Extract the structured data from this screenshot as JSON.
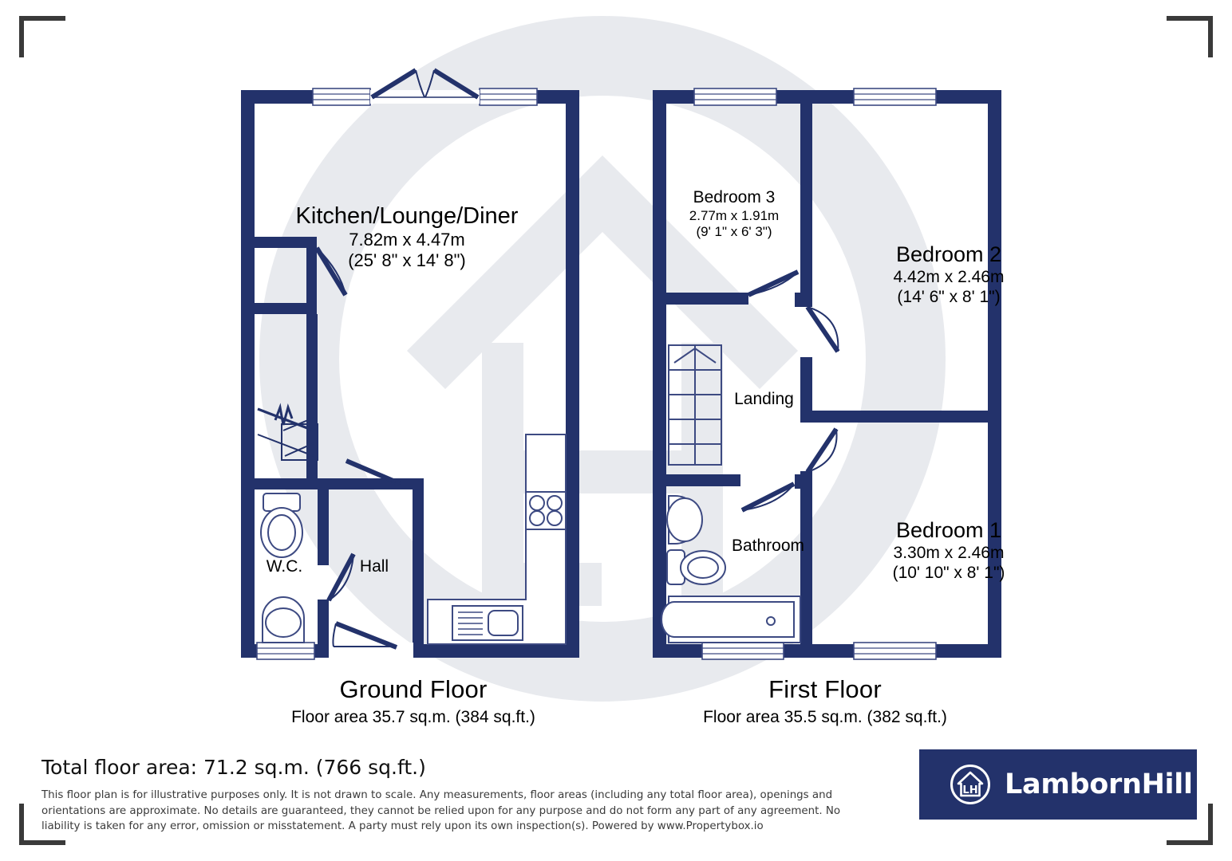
{
  "document": {
    "type": "floor-plan",
    "total_area": "Total floor area: 71.2 sq.m. (766 sq.ft.)",
    "disclaimer": "This floor plan is for illustrative purposes only. It is not drawn to scale. Any measurements, floor areas (including any total floor area), openings and orientations are approximate. No details are guaranteed, they cannot be relied upon for any purpose and do not form any part of any agreement. No liability is taken for any error, omission or misstatement. A party must rely upon its own inspection(s). Powered by www.Propertybox.io"
  },
  "colors": {
    "wall": "#23326b",
    "fixture_stroke": "#3d4a82",
    "watermark": "#e8eaee",
    "logo_background": "#23326b",
    "logo_text": "#ffffff",
    "corner_bracket": "#3a3a3a",
    "text": "#000000"
  },
  "floors": [
    {
      "id": "ground",
      "title": "Ground Floor",
      "area": "Floor area 35.7 sq.m. (384 sq.ft.)"
    },
    {
      "id": "first",
      "title": "First Floor",
      "area": "Floor area 35.5 sq.m. (382 sq.ft.)"
    }
  ],
  "rooms": {
    "kitchen_lounge_diner": {
      "name": "Kitchen/Lounge/Diner",
      "dim_metric": "7.82m x 4.47m",
      "dim_imperial": "(25' 8\" x 14' 8\")"
    },
    "wc": {
      "name": "W.C."
    },
    "hall": {
      "name": "Hall"
    },
    "bedroom_3": {
      "name": "Bedroom 3",
      "dim_metric": "2.77m x 1.91m",
      "dim_imperial": "(9' 1\" x 6' 3\")"
    },
    "bedroom_2": {
      "name": "Bedroom 2",
      "dim_metric": "4.42m x 2.46m",
      "dim_imperial": "(14' 6\" x 8' 1\")"
    },
    "bedroom_1": {
      "name": "Bedroom 1",
      "dim_metric": "3.30m x 2.46m",
      "dim_imperial": "(10' 10\" x 8' 1\")"
    },
    "landing": {
      "name": "Landing"
    },
    "bathroom": {
      "name": "Bathroom"
    }
  },
  "logo": {
    "brand": "LambornHill",
    "mark_letters": "LH"
  },
  "watermark": {
    "letters": "LH"
  }
}
